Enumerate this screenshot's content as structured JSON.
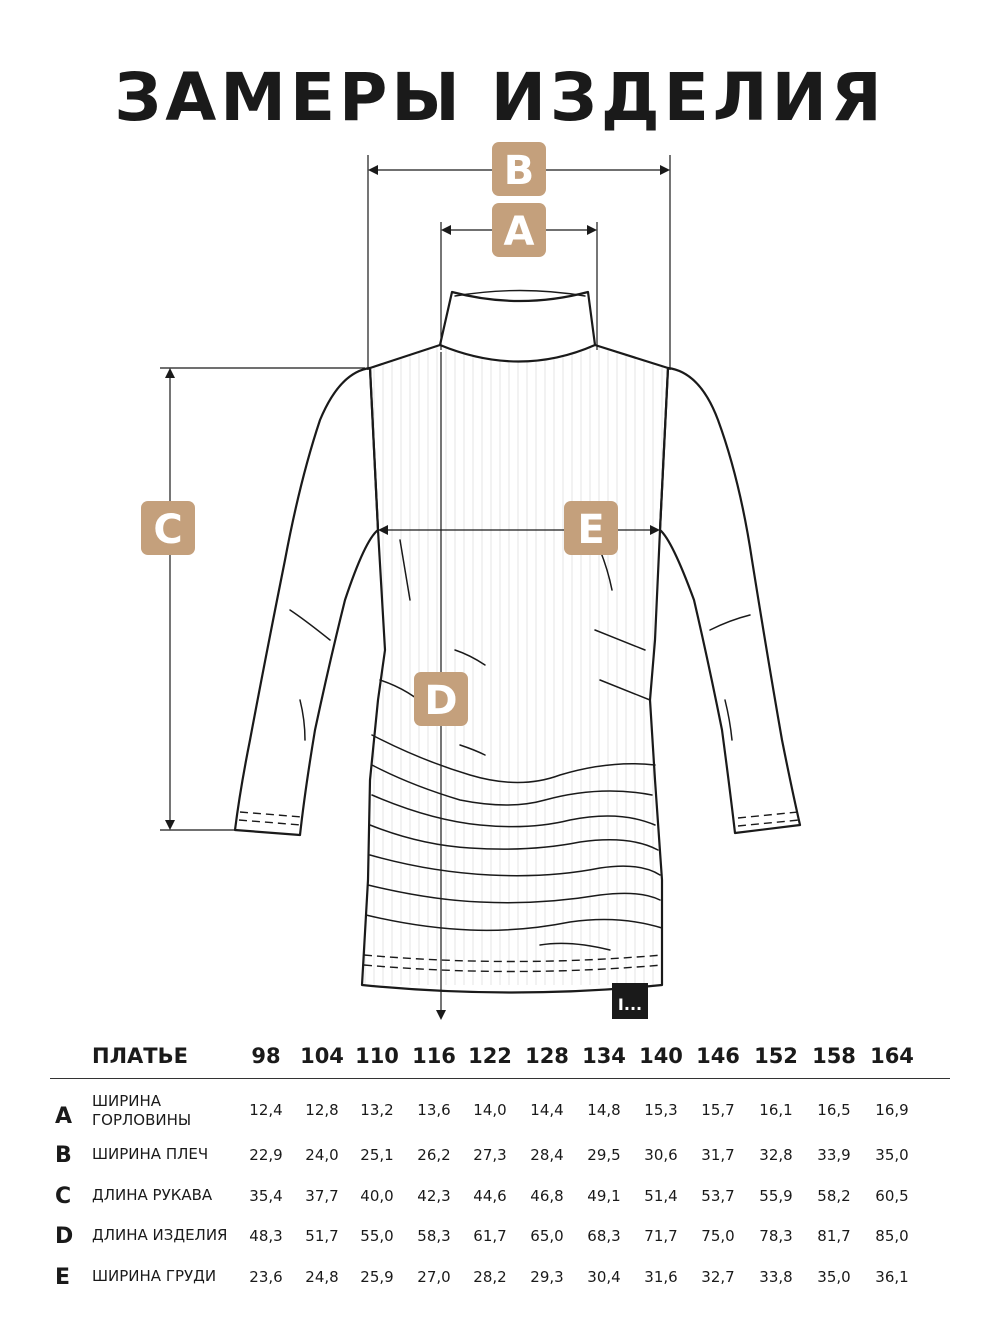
{
  "title": "ЗАМЕРЫ ИЗДЕЛИЯ",
  "badges": {
    "a": "A",
    "b": "B",
    "c": "C",
    "d": "D",
    "e": "E"
  },
  "colors": {
    "badge": "#c4a07c",
    "line": "#1a1a1a"
  },
  "tag_text": "I...",
  "table": {
    "header_label": "ПЛАТЬЕ",
    "sizes": [
      "98",
      "104",
      "110",
      "116",
      "122",
      "128",
      "134",
      "140",
      "146",
      "152",
      "158",
      "164"
    ],
    "rows": [
      {
        "letter": "A",
        "label": "ШИРИНА ГОРЛОВИНЫ",
        "values": [
          "12,4",
          "12,8",
          "13,2",
          "13,6",
          "14,0",
          "14,4",
          "14,8",
          "15,3",
          "15,7",
          "16,1",
          "16,5",
          "16,9"
        ]
      },
      {
        "letter": "B",
        "label": "ШИРИНА ПЛЕЧ",
        "values": [
          "22,9",
          "24,0",
          "25,1",
          "26,2",
          "27,3",
          "28,4",
          "29,5",
          "30,6",
          "31,7",
          "32,8",
          "33,9",
          "35,0"
        ]
      },
      {
        "letter": "C",
        "label": "ДЛИНА РУКАВА",
        "values": [
          "35,4",
          "37,7",
          "40,0",
          "42,3",
          "44,6",
          "46,8",
          "49,1",
          "51,4",
          "53,7",
          "55,9",
          "58,2",
          "60,5"
        ]
      },
      {
        "letter": "D",
        "label": "ДЛИНА ИЗДЕЛИЯ",
        "values": [
          "48,3",
          "51,7",
          "55,0",
          "58,3",
          "61,7",
          "65,0",
          "68,3",
          "71,7",
          "75,0",
          "78,3",
          "81,7",
          "85,0"
        ]
      },
      {
        "letter": "E",
        "label": "ШИРИНА ГРУДИ",
        "values": [
          "23,6",
          "24,8",
          "25,9",
          "27,0",
          "28,2",
          "29,3",
          "30,4",
          "31,6",
          "32,7",
          "33,8",
          "35,0",
          "36,1"
        ]
      }
    ]
  }
}
